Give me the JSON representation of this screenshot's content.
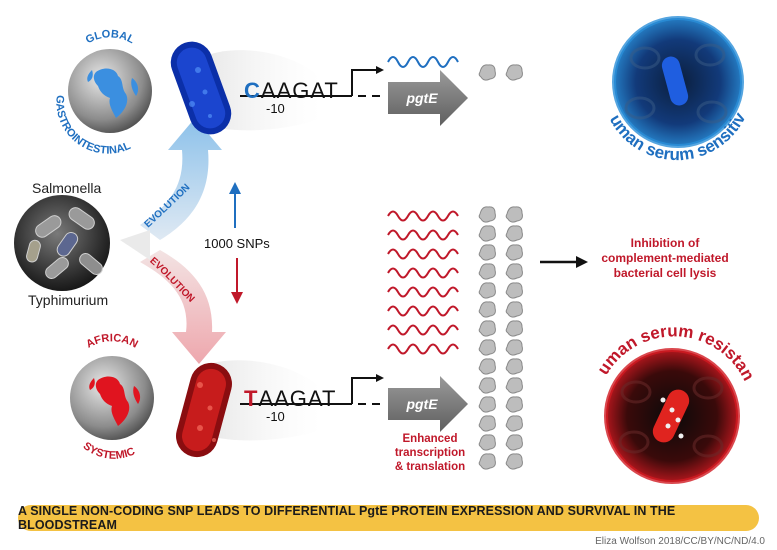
{
  "globe_top": {
    "line1": "GLOBAL",
    "line2": "GASTROINTESTINAL",
    "accent": "#1f6fc0"
  },
  "globe_bottom": {
    "line1": "AFRICAN",
    "line2": "SYSTEMIC",
    "accent": "#c0182a"
  },
  "organism": {
    "genus": "Salmonella",
    "serovar": "Typhimurium"
  },
  "evolution": {
    "top": "EVOLUTION",
    "bottom": "EVOLUTION",
    "snps": "1000 SNPs"
  },
  "top_promoter": {
    "first_base": "C",
    "rest": "AAGAT",
    "position": "-10",
    "gene": "pgtE"
  },
  "bottom_promoter": {
    "first_base": "T",
    "rest": "AAGAT",
    "position": "-10",
    "gene": "pgtE"
  },
  "enhanced_note": [
    "Enhanced",
    "transcription",
    "& translation"
  ],
  "inhibition_note": [
    "Inhibition of",
    "complement-mediated",
    "bacterial cell lysis"
  ],
  "outcomes": {
    "sensitive": "Human serum sensitive",
    "resistant": "Human serum resistant"
  },
  "banner": "A SINGLE NON-CODING SNP LEADS TO DIFFERENTIAL PgtE PROTEIN EXPRESSION AND SURVIVAL IN THE BLOODSTREAM",
  "credit": "Eliza Wolfson 2018/CC/BY/NC/ND/4.0",
  "colors": {
    "blue": "#1f6fc0",
    "red": "#c0182a",
    "banner": "#f4c243",
    "arrow_gray": "#7a7a7a"
  }
}
